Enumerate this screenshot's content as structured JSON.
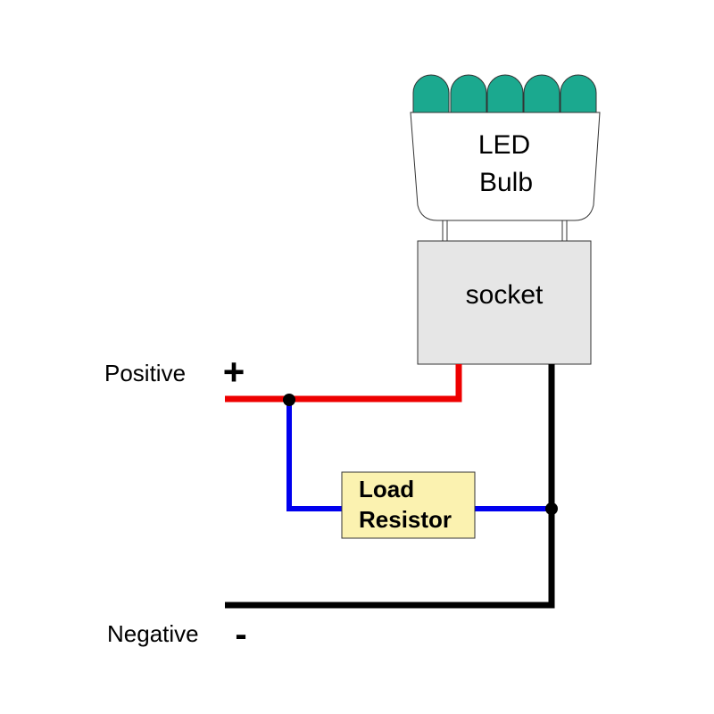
{
  "bulb": {
    "line1": "LED",
    "line2": "Bulb"
  },
  "socket": {
    "label": "socket"
  },
  "resistor": {
    "line1": "Load",
    "line2": "Resistor"
  },
  "terminals": {
    "positive_label": "Positive",
    "positive_symbol": "+",
    "negative_label": "Negative",
    "negative_symbol": "-"
  },
  "colors": {
    "led_dome": "#1ba98f",
    "bulb_body": "#ffffff",
    "socket_fill": "#e6e6e6",
    "resistor_fill": "#fbf2b0",
    "positive_wire": "#ee0000",
    "negative_wire": "#000000",
    "resistor_wire": "#0000ee"
  }
}
